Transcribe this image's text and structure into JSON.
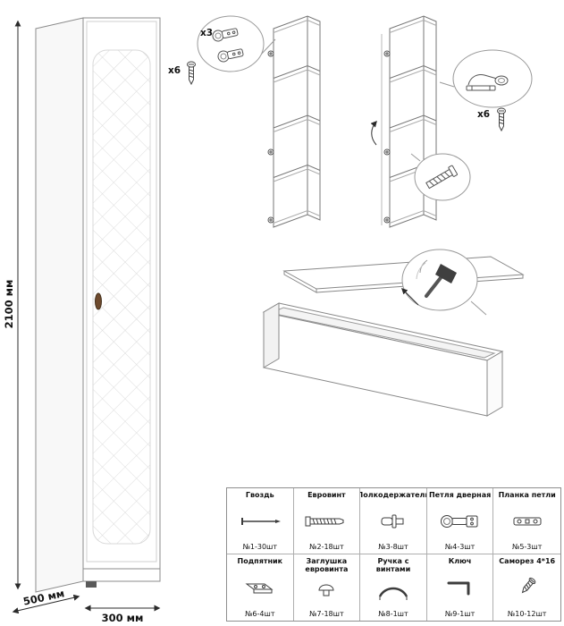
{
  "dimensions": {
    "height": "2100 мм",
    "depth": "500 мм",
    "width": "300 мм"
  },
  "callouts": {
    "hinge_qty": "x3",
    "screw_qty_top": "x6",
    "screw_qty_right": "x6"
  },
  "parts": [
    {
      "name": "Гвоздь",
      "qty": "№1-30шт"
    },
    {
      "name": "Евровинт",
      "qty": "№2-18шт"
    },
    {
      "name": "Полкодержатель",
      "qty": "№3-8шт"
    },
    {
      "name": "Петля дверная",
      "qty": "№4-3шт"
    },
    {
      "name": "Планка петли",
      "qty": "№5-3шт"
    },
    {
      "name": "Подпятник",
      "qty": "№6-4шт"
    },
    {
      "name": "Заглушка евровинта",
      "qty": "№7-18шт"
    },
    {
      "name": "Ручка с винтами",
      "qty": "№8-1шт"
    },
    {
      "name": "Ключ",
      "qty": "№9-1шт"
    },
    {
      "name": "Саморез 4*16",
      "qty": "№10-12шт"
    }
  ]
}
